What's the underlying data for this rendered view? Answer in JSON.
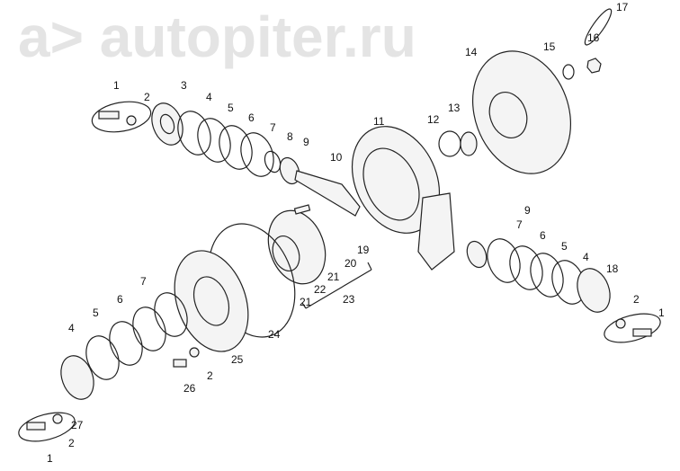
{
  "watermark": "a> autopiter.ru",
  "labels": {
    "tl": [
      "1",
      "2",
      "3",
      "4",
      "5",
      "6",
      "7",
      "8",
      "9",
      "10"
    ],
    "tr": [
      "11",
      "12",
      "13",
      "14",
      "15",
      "16",
      "17"
    ],
    "r": [
      "9",
      "7",
      "6",
      "5",
      "4",
      "18",
      "2",
      "1"
    ],
    "m": [
      "19",
      "20",
      "21",
      "22",
      "21",
      "23",
      "24",
      "25"
    ],
    "bl": [
      "7",
      "6",
      "5",
      "4",
      "27",
      "26",
      "2",
      "2",
      "1"
    ]
  }
}
